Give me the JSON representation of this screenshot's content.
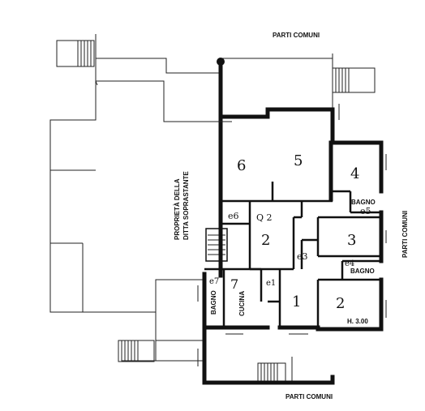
{
  "labels": {
    "parti_comuni_top": "PARTI COMUNI",
    "parti_comuni_bottom": "PARTI COMUNI",
    "parti_comuni_right": "PARTI COMUNI",
    "proprieta_line1": "PROPRIETÀ DELLA",
    "proprieta_line2": "DITTA SOPRASTANTE",
    "bagno_upper": "BAGNO",
    "bagno_lower": "BAGNO",
    "bagno_left": "BAGNO",
    "cucina": "CUCINA",
    "height_note": "H. 3.00"
  },
  "room_numbers": {
    "r6": "6",
    "r5": "5",
    "r4": "4",
    "r2_center": "2",
    "r3": "3",
    "r1": "1",
    "r2_bottom": "2",
    "r7": "7",
    "e5": "e5",
    "e6": "e6",
    "q2": "Q 2",
    "e3": "e3",
    "e4": "e4",
    "e7": "e7",
    "e1": "e1"
  }
}
